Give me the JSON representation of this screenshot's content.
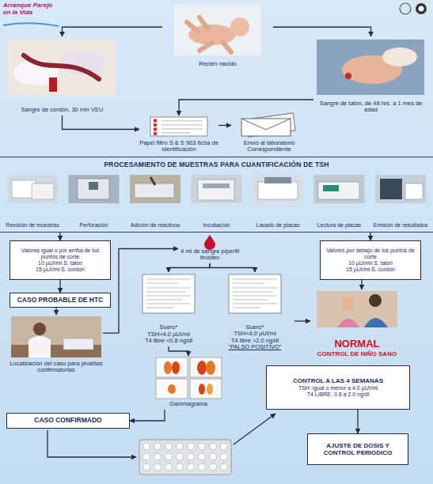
{
  "diagram": {
    "nodes": [
      {
        "text": [
          "Recién nacido"
        ]
      },
      {
        "text": [
          "Sangre de cordón, 30 min VEU"
        ]
      },
      {
        "text": [
          "Sangre de talón, de 48 hrs. a 1 mes de edad"
        ]
      },
      {
        "text": [
          "Papel filtro S & S 903 ficha de identificación"
        ]
      },
      {
        "text": [
          "Envío al laboratorio Correspondiente"
        ]
      },
      {
        "text": [
          "PROCESAMIENTO DE MUESTRAS PARA CUANTIFICACIÓN DE TSH"
        ]
      },
      {
        "text": [
          "Revisión de muestras"
        ],
        "in": 5
      },
      {
        "text": [
          "Perforación"
        ],
        "in": 5
      },
      {
        "text": [
          "Adición de reactivos"
        ],
        "in": 5
      },
      {
        "text": [
          "Incubación"
        ],
        "in": 5
      },
      {
        "text": [
          "Lavado de placas"
        ],
        "in": 5
      },
      {
        "text": [
          "Lectura de placas"
        ],
        "in": 5
      },
      {
        "text": [
          "Emisión de resultados"
        ],
        "in": 5
      },
      {
        "text": [
          "Valores igual o por arriba de los puntos de corte",
          "10 µUI/ml S. talón",
          "15 µUI/ml S. cordón"
        ]
      },
      {
        "text": [
          "CASO PROBABLE DE HTC"
        ]
      },
      {
        "text": [
          "4 ml de sangre p/perfil tiroideo"
        ]
      },
      {
        "text": [
          "Valores por debajo de los puntos de corte",
          "10 µUI/ml S. talón",
          "15 µUI/ml S. cordón"
        ]
      },
      {
        "text": [
          "Localización del caso para pruebas confirmatorias"
        ]
      },
      {
        "text": [
          "Suero*",
          "TSH>4.0 µUI/ml",
          "T4 libre <0.8 ng/dl"
        ]
      },
      {
        "text": [
          "Suero*",
          "TSH<4.0 µUI/ml",
          "T4 libre >2.0 ng/dl",
          "\"FALSO POSITIVO\""
        ]
      },
      {
        "text": [
          "NORMAL",
          "CONTROL DE NIÑO SANO"
        ]
      },
      {
        "text": [
          "Gammagrama"
        ]
      },
      {
        "text": [
          "CASO CONFIRMADO"
        ]
      },
      {
        "text": [
          "CONTROL A LAS 4 SEMANAS",
          "TSH: igual o menor a 4.0 µUI/ml",
          "T4 LIBRE: 0.8 a 2.0 ng/dl"
        ]
      },
      {
        "text": [
          "AJUSTE DE DOSIS Y CONTROL PERIODICO"
        ]
      }
    ],
    "edges": [
      {
        "from": 0,
        "to": 1,
        "arrow": "to"
      },
      {
        "from": 0,
        "to": 2,
        "arrow": "to"
      },
      {
        "from": 1,
        "to": 3,
        "arrow": "to"
      },
      {
        "from": 2,
        "to": 3,
        "arrow": "to"
      },
      {
        "from": 3,
        "to": 4,
        "arrow": "to"
      },
      {
        "from": 5,
        "to": 13,
        "arrow": "to"
      },
      {
        "from": 5,
        "to": 16,
        "arrow": "to"
      },
      {
        "from": 13,
        "to": 14,
        "arrow": "to"
      },
      {
        "from": 14,
        "to": 17,
        "arrow": "to"
      },
      {
        "from": 17,
        "to": 15,
        "arrow": "to"
      },
      {
        "from": 15,
        "to": 18,
        "arrow": "to"
      },
      {
        "from": 15,
        "to": 19,
        "arrow": "to"
      },
      {
        "from": 18,
        "to": 21,
        "arrow": "to"
      },
      {
        "from": 21,
        "to": 22,
        "arrow": "to"
      },
      {
        "from": 19,
        "to": 20,
        "arrow": "to"
      },
      {
        "from": 16,
        "to": 20,
        "arrow": "to"
      },
      {
        "from": 23,
        "to": 24,
        "arrow": "to"
      }
    ],
    "labels": [
      "Arranque Parejo en la Vida"
    ]
  }
}
